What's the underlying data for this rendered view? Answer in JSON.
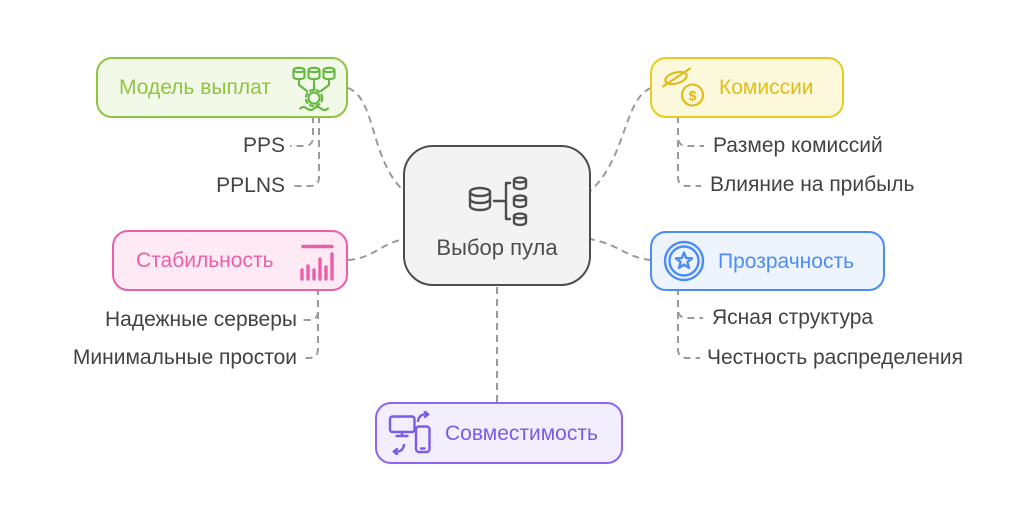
{
  "canvas": {
    "background": "#FFFFFF",
    "connector_color": "#9A9A9A"
  },
  "center": {
    "label": "Выбор пула",
    "icon": "database-pool-icon",
    "accent": "#4D4D4D",
    "bg": "#F3F3F3"
  },
  "branches": [
    {
      "label": "Модель выплат",
      "icon": "payout-model-icon",
      "accent": "#8CC63F",
      "bg": "#F3F9E8",
      "children": [
        "PPS",
        "PPLNS"
      ]
    },
    {
      "label": "Стабильность",
      "icon": "bar-chart-icon",
      "accent": "#EC5FA8",
      "bg": "#FDEAF4",
      "children": [
        "Надежные серверы",
        "Минимальные простои"
      ]
    },
    {
      "label": "Комиссии",
      "icon": "crossed-fee-coin-icon",
      "accent": "#E0BE18",
      "bg": "#FCF8DC",
      "children": [
        "Размер комиссий",
        "Влияние на прибыль"
      ]
    },
    {
      "label": "Прозрачность",
      "icon": "star-badge-icon",
      "accent": "#4C8DF5",
      "bg": "#EDF4FE",
      "children": [
        "Ясная структура",
        "Честность распределения"
      ]
    },
    {
      "label": "Совместимость",
      "icon": "device-sync-icon",
      "accent": "#8A66F2",
      "bg": "#F2EEFE",
      "children": []
    }
  ]
}
